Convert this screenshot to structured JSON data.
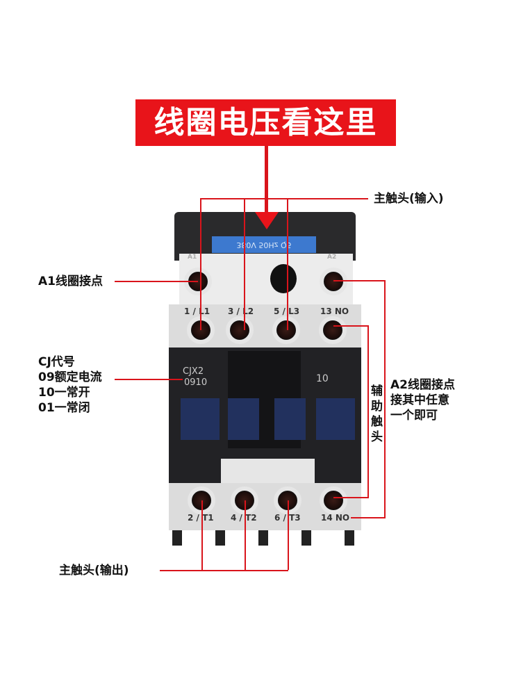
{
  "banner": "线圈电压看这里",
  "coil_label": "380V 50Hz Q5",
  "labels": {
    "main_in": "主触头(输入)",
    "a1": "A1线圈接点",
    "cj": [
      "CJ代号",
      "09额定电流",
      "10一常开",
      "01一常闭"
    ],
    "a2": [
      "A2线圈接点",
      "接其中任意",
      "一个即可"
    ],
    "aux": [
      "辅",
      "助",
      "触",
      "头"
    ],
    "main_out": "主触头(输出)"
  },
  "device": {
    "a1": "A1",
    "a2": "A2",
    "top": [
      "1 / L1",
      "3 / L2",
      "5 / L3",
      "13 NO"
    ],
    "bottom": [
      "2 / T1",
      "4 / T2",
      "6 / T3",
      "14 NO"
    ],
    "model": "CJX2",
    "code": "0910",
    "aux_code": "10"
  },
  "colors": {
    "accent": "#e8141a"
  }
}
